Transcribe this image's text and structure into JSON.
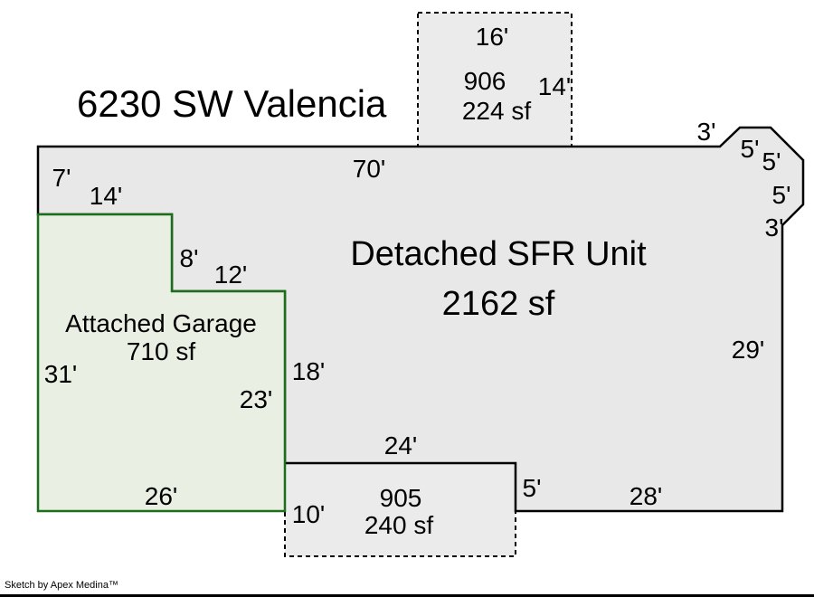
{
  "title": "6230 SW Valencia",
  "footer": "Sketch by Apex Medina™",
  "colors": {
    "main_fill": "#e8e8e8",
    "garage_fill": "#e9efe3",
    "garage_stroke": "#1b6e1b",
    "shed_fill": "#ebebeb",
    "outline": "#000000"
  },
  "buildings": {
    "main": {
      "label": "Detached SFR Unit",
      "area": "2162 sf"
    },
    "garage": {
      "label": "Attached Garage",
      "area": "710 sf"
    },
    "shed906": {
      "label": "906",
      "area": "224 sf"
    },
    "shed905": {
      "label": "905",
      "area": "240 sf"
    }
  },
  "dims": {
    "main_top": "70'",
    "main_left_upper": "7'",
    "garage_top": "14'",
    "tr_diag_top": "3'",
    "tr_seg1": "5'",
    "tr_seg2": "5'",
    "tr_seg3": "5'",
    "tr_diag_bottom": "3'",
    "main_right": "29'",
    "shed906_width": "16'",
    "shed906_height": "14'",
    "garage_step_v": "8'",
    "garage_step_h": "12'",
    "main_garage_wall": "18'",
    "garage_right": "23'",
    "garage_left": "31'",
    "garage_bottom": "26'",
    "shed905_height": "10'",
    "main_bottom_24": "24'",
    "main_step_5": "5'",
    "main_bottom_28": "28'"
  }
}
